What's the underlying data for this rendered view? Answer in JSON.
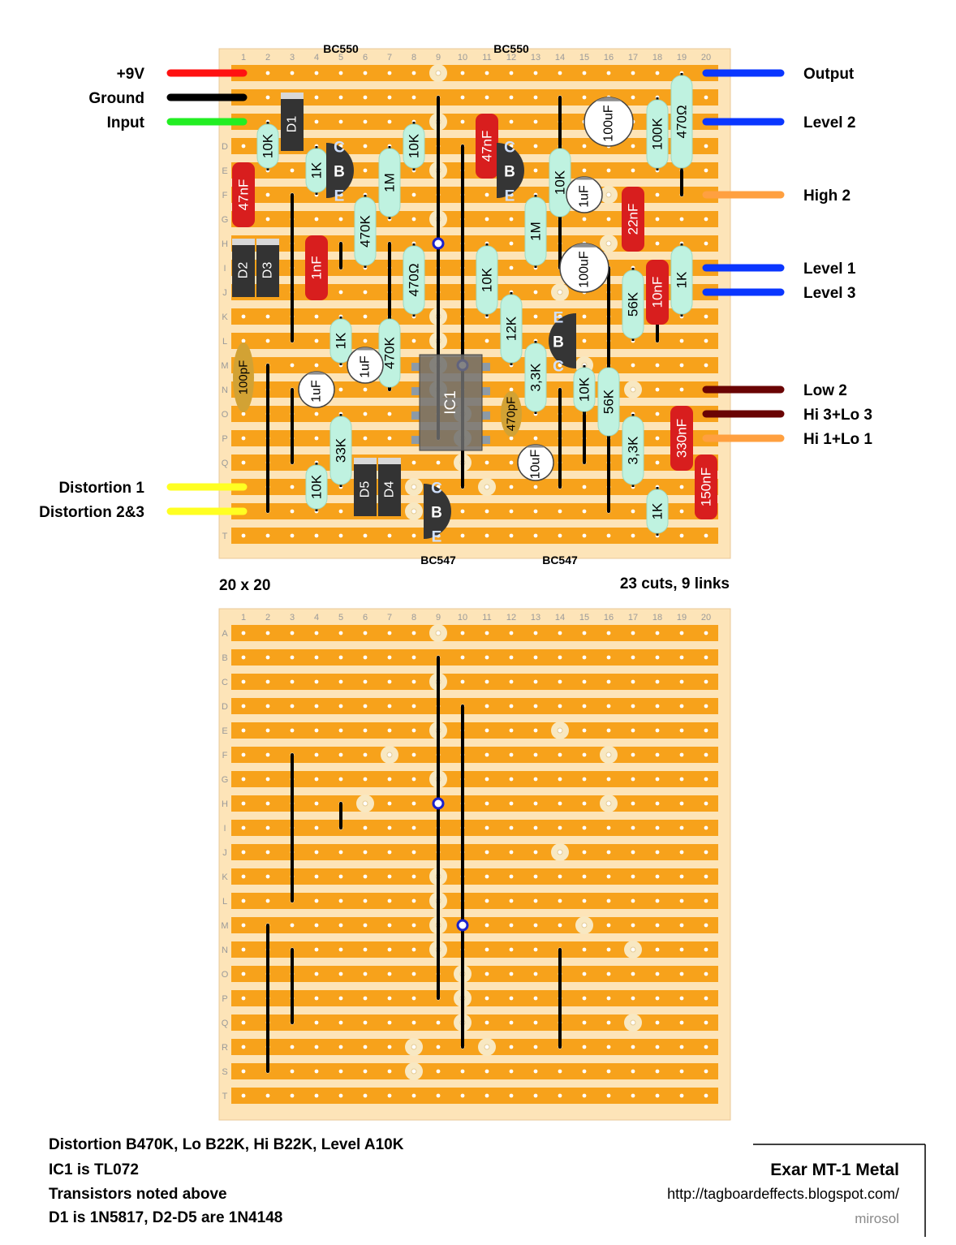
{
  "grid": {
    "columns": [
      "1",
      "2",
      "3",
      "4",
      "5",
      "6",
      "7",
      "8",
      "9",
      "10",
      "11",
      "12",
      "13",
      "14",
      "15",
      "16",
      "17",
      "18",
      "19",
      "20"
    ],
    "rows": [
      "A",
      "B",
      "C",
      "D",
      "E",
      "F",
      "G",
      "H",
      "I",
      "J",
      "K",
      "L",
      "M",
      "N",
      "O",
      "P",
      "Q",
      "R",
      "S",
      "T"
    ]
  },
  "colors": {
    "board": "#fde4b8",
    "strip": "#f7a21b",
    "link": "#000000",
    "resistor": "#bff2e0",
    "capacitor_film": "#d81e1e",
    "capacitor_ceramic": "#d2a234",
    "transistor": "#353535",
    "ic": "#6e6e6e",
    "cut": "#f8e8c2",
    "solder_via": "#1a22cc"
  },
  "wires_left": [
    {
      "label": "+9V",
      "color": "#ff1111",
      "row": "A"
    },
    {
      "label": "Ground",
      "color": "#000000",
      "row": "B"
    },
    {
      "label": "Input",
      "color": "#22ee22",
      "row": "C"
    },
    {
      "label": "Distortion 1",
      "color": "#ffff22",
      "row": "R"
    },
    {
      "label": "Distortion 2&3",
      "color": "#ffff22",
      "row": "S"
    }
  ],
  "wires_right": [
    {
      "label": "Output",
      "color": "#0a36ff",
      "row": "A"
    },
    {
      "label": "Level 2",
      "color": "#0a36ff",
      "row": "C"
    },
    {
      "label": "High 2",
      "color": "#ffa040",
      "row": "F"
    },
    {
      "label": "Level 1",
      "color": "#0a36ff",
      "row": "I"
    },
    {
      "label": "Level 3",
      "color": "#0a36ff",
      "row": "J"
    },
    {
      "label": "Low 2",
      "color": "#6a0404",
      "row": "N"
    },
    {
      "label": "Hi 3+Lo 3",
      "color": "#6a0404",
      "row": "O"
    },
    {
      "label": "Hi 1+Lo 1",
      "color": "#ffa040",
      "row": "P"
    }
  ],
  "transistor_labels": [
    "BC550",
    "BC550",
    "BC547",
    "BC547"
  ],
  "pin_letters": {
    "c": "C",
    "b": "B",
    "e": "E"
  },
  "resistors": [
    {
      "value": "10K",
      "col": 2,
      "r1": "C",
      "r2": "E"
    },
    {
      "value": "1K",
      "col": 4,
      "r1": "D",
      "r2": "F"
    },
    {
      "value": "10K",
      "col": 8,
      "r1": "C",
      "r2": "E"
    },
    {
      "value": "1M",
      "col": 7,
      "r1": "D",
      "r2": "G"
    },
    {
      "value": "470K",
      "col": 6,
      "r1": "F",
      "r2": "I"
    },
    {
      "value": "470Ω",
      "col": 8,
      "r1": "H",
      "r2": "K"
    },
    {
      "value": "10K",
      "col": 11,
      "r1": "H",
      "r2": "K"
    },
    {
      "value": "10K",
      "col": 14,
      "r1": "D",
      "r2": "G"
    },
    {
      "value": "1M",
      "col": 13,
      "r1": "F",
      "r2": "I"
    },
    {
      "value": "12K",
      "col": 12,
      "r1": "J",
      "r2": "M"
    },
    {
      "value": "1K",
      "col": 5,
      "r1": "K",
      "r2": "M"
    },
    {
      "value": "470K",
      "col": 7,
      "r1": "K",
      "r2": "N"
    },
    {
      "value": "3,3K",
      "col": 13,
      "r1": "L",
      "r2": "O"
    },
    {
      "value": "10K",
      "col": 15,
      "r1": "M",
      "r2": "O"
    },
    {
      "value": "56K",
      "col": 16,
      "r1": "M",
      "r2": "P"
    },
    {
      "value": "56K",
      "col": 17,
      "r1": "I",
      "r2": "L"
    },
    {
      "value": "100K",
      "col": 18,
      "r1": "B",
      "r2": "E"
    },
    {
      "value": "470Ω",
      "col": 19,
      "r1": "A",
      "r2": "E"
    },
    {
      "value": "1K",
      "col": 19,
      "r1": "H",
      "r2": "K"
    },
    {
      "value": "33K",
      "col": 5,
      "r1": "O",
      "r2": "R"
    },
    {
      "value": "10K",
      "col": 4,
      "r1": "Q",
      "r2": "S"
    },
    {
      "value": "3,3K",
      "col": 17,
      "r1": "O",
      "r2": "R"
    },
    {
      "value": "1K",
      "col": 18,
      "r1": "R",
      "r2": "T"
    }
  ],
  "film_caps": [
    {
      "value": "47nF",
      "col": 1,
      "r1": "E",
      "r2": "G"
    },
    {
      "value": "1nF",
      "col": 4,
      "r1": "H",
      "r2": "J"
    },
    {
      "value": "47nF",
      "col": 11,
      "r1": "C",
      "r2": "E"
    },
    {
      "value": "22nF",
      "col": 17,
      "r1": "F",
      "r2": "H"
    },
    {
      "value": "10nF",
      "col": 18,
      "r1": "I",
      "r2": "K"
    },
    {
      "value": "330nF",
      "col": 19,
      "r1": "O",
      "r2": "Q"
    },
    {
      "value": "150nF",
      "col": 20,
      "r1": "Q",
      "r2": "S"
    }
  ],
  "ceramic_caps": [
    {
      "value": "100pF",
      "col": 1,
      "r1": "L",
      "r2": "O"
    },
    {
      "value": "470pF",
      "col": 12,
      "r1": "N",
      "r2": "P"
    }
  ],
  "electrolytics": [
    {
      "value": "100uF",
      "col": 16,
      "row": "C",
      "big": true
    },
    {
      "value": "1uF",
      "col": 15,
      "row": "F",
      "big": false
    },
    {
      "value": "100uF",
      "col": 15,
      "row": "I",
      "big": true
    },
    {
      "value": "1uF",
      "col": 4,
      "row": "N",
      "big": false
    },
    {
      "value": "1uF",
      "col": 6,
      "row": "M",
      "big": false
    },
    {
      "value": "10uF",
      "col": 13,
      "row": "Q",
      "big": false
    }
  ],
  "diodes": [
    {
      "value": "D1",
      "col": 3,
      "r1": "B",
      "r2": "D"
    },
    {
      "value": "D2",
      "col": 1,
      "r1": "H",
      "r2": "J"
    },
    {
      "value": "D3",
      "col": 2,
      "r1": "H",
      "r2": "J"
    },
    {
      "value": "D5",
      "col": 6,
      "r1": "Q",
      "r2": "S"
    },
    {
      "value": "D4",
      "col": 7,
      "r1": "Q",
      "r2": "S"
    }
  ],
  "ic": {
    "label": "IC1"
  },
  "board_size": "20 x 20",
  "cuts_links": "23 cuts, 9 links",
  "notes": [
    "Distortion B470K, Lo B22K, Hi B22K, Level A10K",
    "IC1 is TL072",
    "Transistors noted above",
    "D1 is 1N5817, D2-D5 are 1N4148"
  ],
  "footer": {
    "title": "Exar MT-1 Metal",
    "url": "http://tagboardeffects.blogspot.com/",
    "author": "mirosol"
  }
}
